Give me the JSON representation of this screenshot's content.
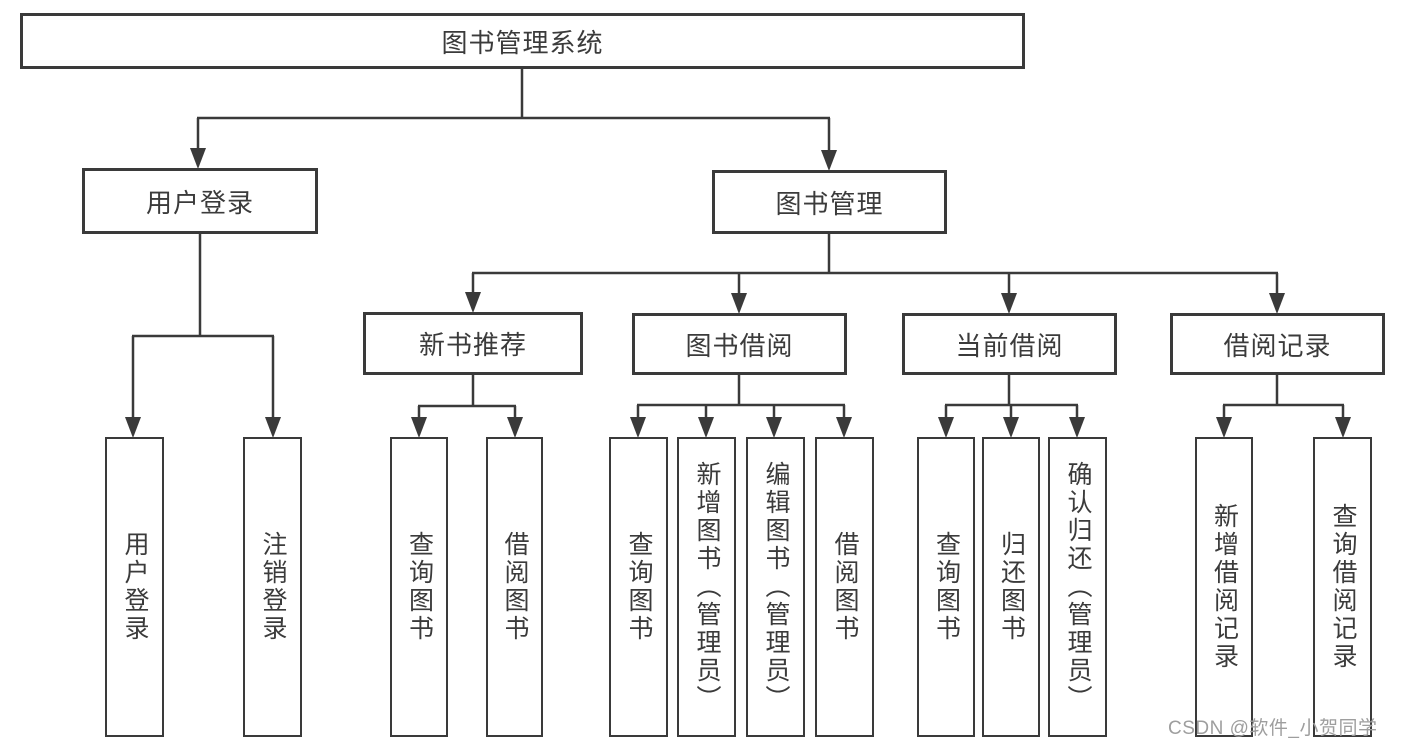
{
  "diagram": {
    "type": "hierarchy",
    "title": "图书管理系统",
    "colors": {
      "line": "#3a3a3a",
      "text": "#3b3b3b",
      "box_background": "#ffffff",
      "watermark": "#9e9e9e"
    },
    "watermark": {
      "text": "CSDN @软件_小贺同学"
    },
    "nodes": {
      "root": {
        "label": "图书管理系统",
        "parent": null
      },
      "user_login": {
        "label": "用户登录",
        "parent": "root"
      },
      "book_management": {
        "label": "图书管理",
        "parent": "root"
      },
      "new_book_recommend": {
        "label": "新书推荐",
        "parent": "book_management"
      },
      "book_borrowing": {
        "label": "图书借阅",
        "parent": "book_management"
      },
      "current_borrowing": {
        "label": "当前借阅",
        "parent": "book_management"
      },
      "borrowing_records": {
        "label": "借阅记录",
        "parent": "book_management"
      },
      "leaf_user_login": {
        "label": "用户登录",
        "parent": "user_login"
      },
      "leaf_logout": {
        "label": "注销登录",
        "parent": "user_login"
      },
      "leaf_query_books_1": {
        "label": "查询图书",
        "parent": "new_book_recommend"
      },
      "leaf_borrow_books_1": {
        "label": "借阅图书",
        "parent": "new_book_recommend"
      },
      "leaf_query_books_2": {
        "label": "查询图书",
        "parent": "book_borrowing"
      },
      "leaf_add_books": {
        "label": "新增图书（管理员）",
        "parent": "book_borrowing"
      },
      "leaf_edit_books": {
        "label": "编辑图书（管理员）",
        "parent": "book_borrowing"
      },
      "leaf_borrow_books_2": {
        "label": "借阅图书",
        "parent": "book_borrowing"
      },
      "leaf_query_books_3": {
        "label": "查询图书",
        "parent": "current_borrowing"
      },
      "leaf_return_books": {
        "label": "归还图书",
        "parent": "current_borrowing"
      },
      "leaf_confirm_return": {
        "label": "确认归还（管理员）",
        "parent": "current_borrowing"
      },
      "leaf_add_borrow_record": {
        "label": "新增借阅记录",
        "parent": "borrowing_records"
      },
      "leaf_query_borrow_record": {
        "label": "查询借阅记录",
        "parent": "borrowing_records"
      }
    }
  }
}
